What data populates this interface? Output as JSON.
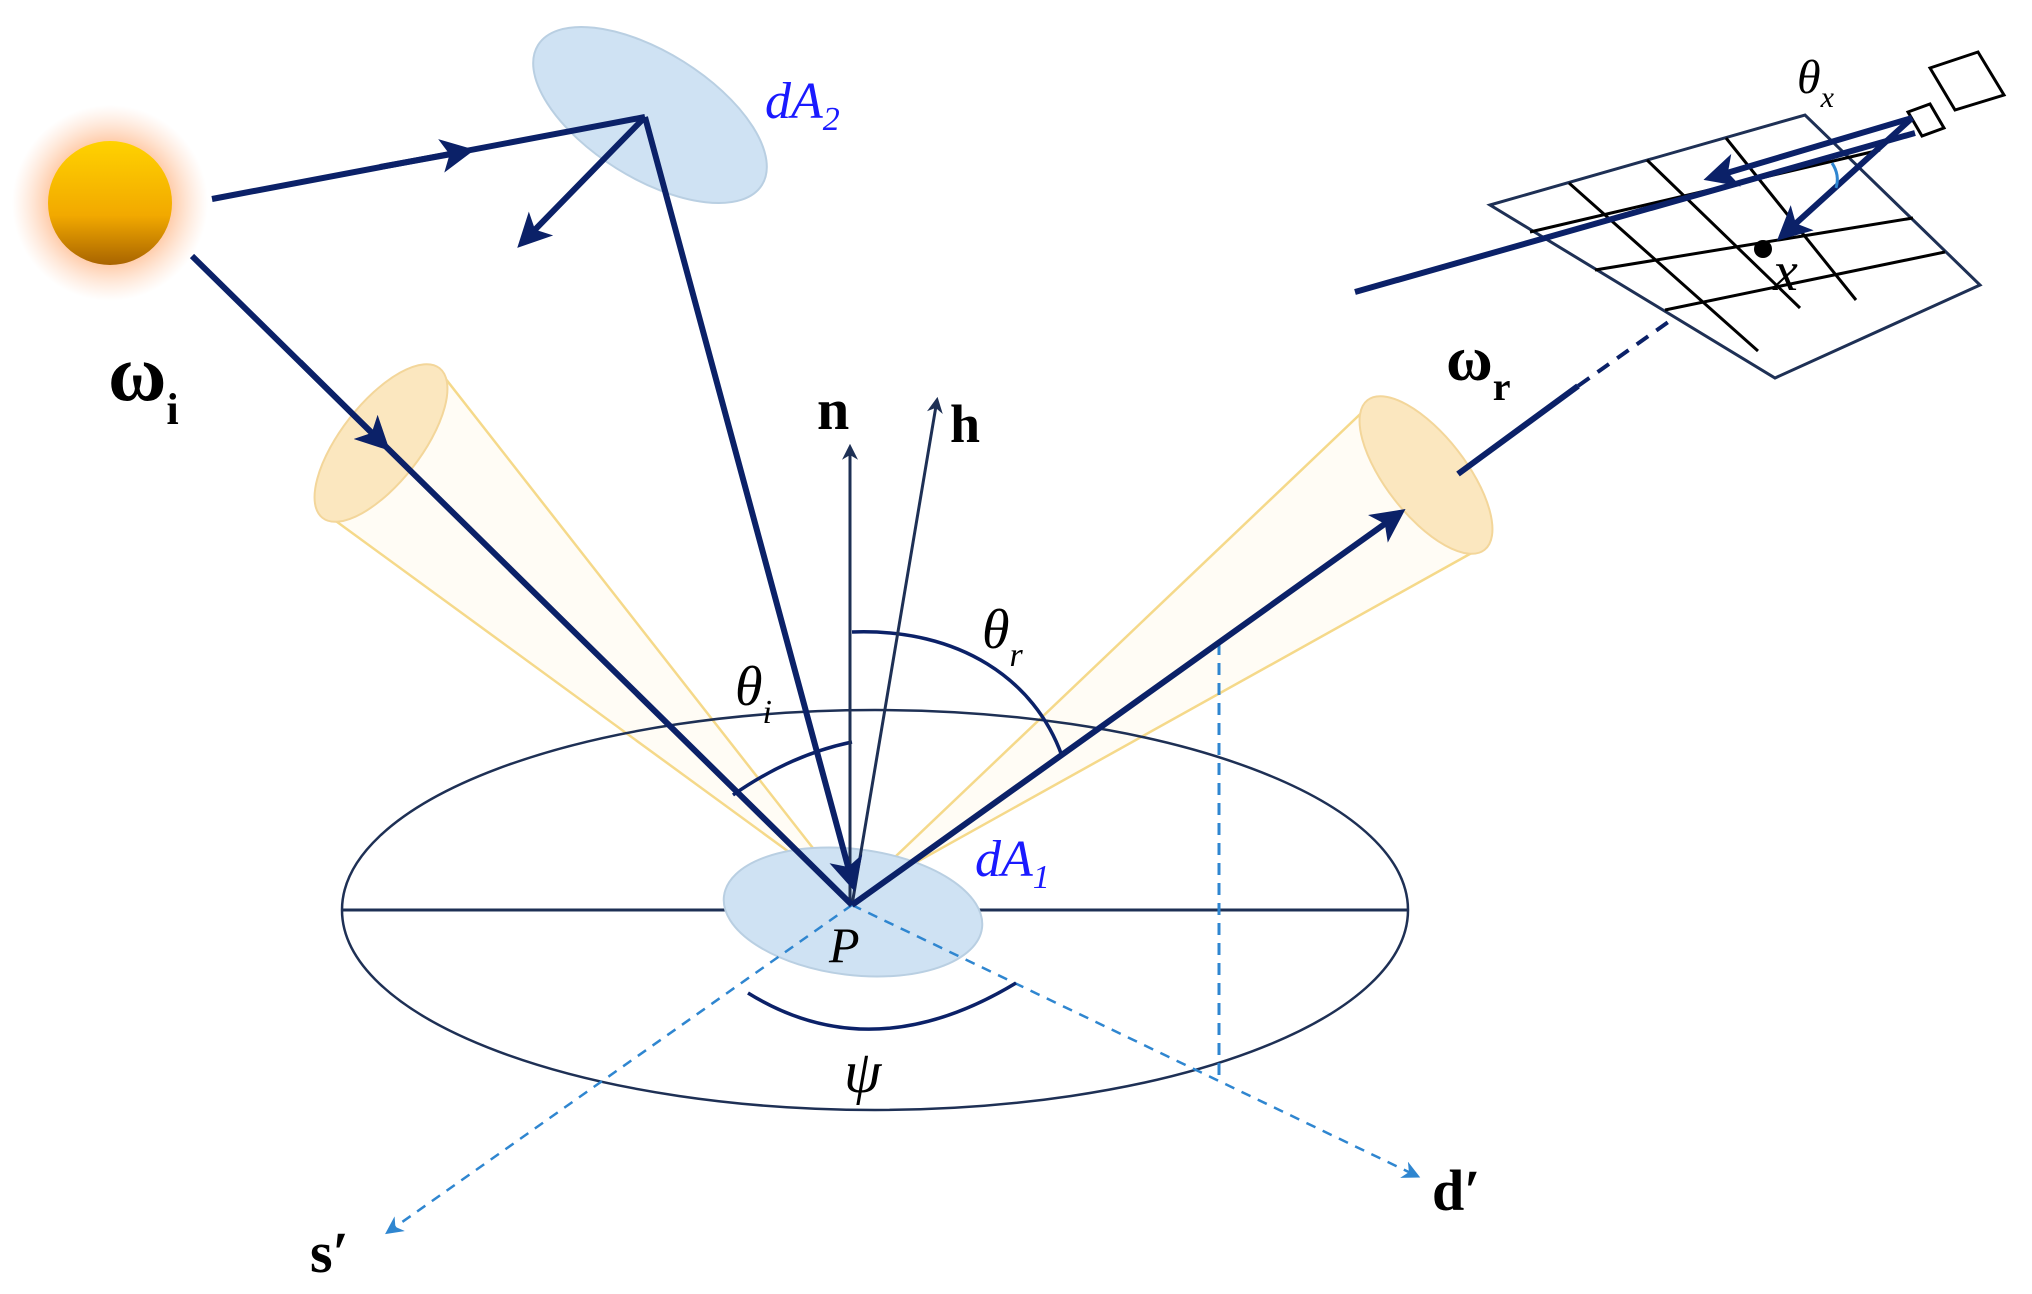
{
  "labels": {
    "omega_i": "ω",
    "omega_i_sub": "i",
    "omega_r": "ω",
    "omega_r_sub": "r",
    "n": "n",
    "h": "h",
    "theta_i": "θ",
    "theta_i_sub": "i",
    "theta_r": "θ",
    "theta_r_sub": "r",
    "theta_x": "θ",
    "theta_x_sub": "x",
    "dA2": "dA",
    "dA2_sub": "2",
    "dA1": "dA",
    "dA1_sub": "1",
    "P": "P",
    "psi": "ψ",
    "x": "x",
    "s_prime": "s′",
    "d_prime": "d′"
  },
  "colors": {
    "dark_navy": "#0b2168",
    "thin_navy": "#1e3055",
    "light_blue_fill": "#cfe2f3",
    "cone_fill": "#fbe7bf",
    "cone_line": "#f5d98a",
    "dashed_blue": "#2f86d0",
    "label_blue": "#1a1aff",
    "sun_core": "#f5b800",
    "sun_glow": "#ff6b2b"
  }
}
